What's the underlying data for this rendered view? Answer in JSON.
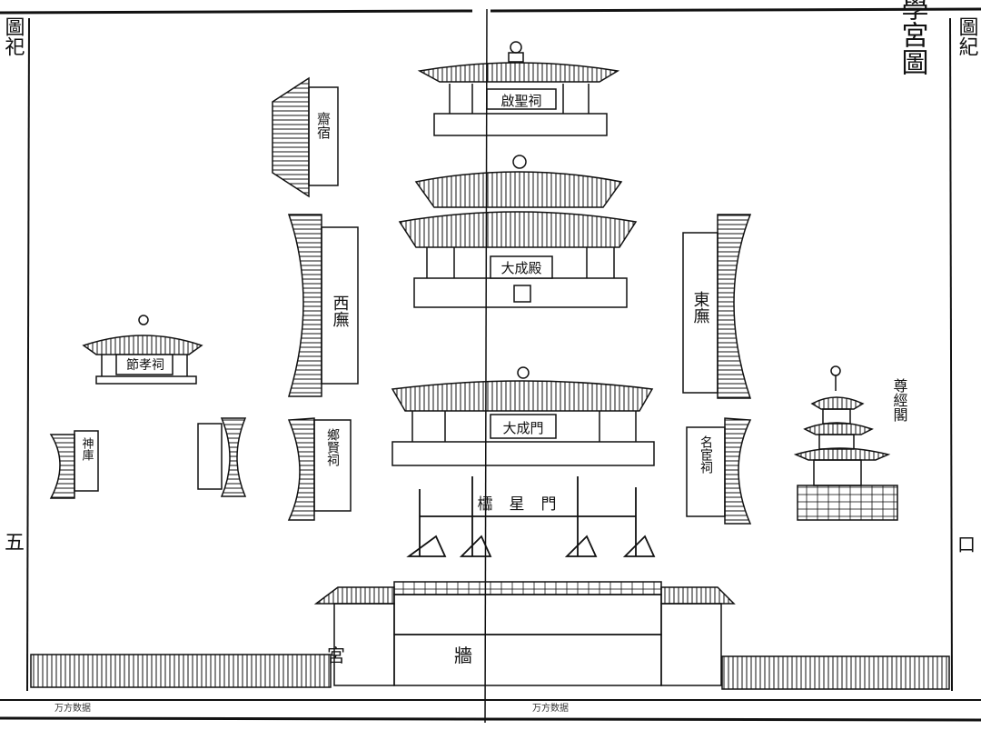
{
  "title": "學宮圖",
  "margin_left": {
    "top": "圖祀",
    "page": "五"
  },
  "margin_right": {
    "top": "圖紀",
    "page": "口"
  },
  "buildings": {
    "qisheng_shrine": "啟聖祠",
    "dacheng_hall": "大成殿",
    "dacheng_gate": "大成門",
    "lingxing_gate": "櫺星門",
    "west_corridor": "西廡",
    "east_corridor": "東廡",
    "jiexiao_shrine": "節孝祠",
    "zunjing_pavilion": "尊經閣",
    "xiangxian_shrine": "鄉賢祠",
    "minghuan_shrine": "名宦祠",
    "shenku": "神庫",
    "zhaizhu": "齋宿",
    "gongqiang": "宮牆"
  },
  "watermarks": [
    "万方数据",
    "万方数据"
  ],
  "colors": {
    "ink": "#111111",
    "paper": "#ffffff"
  }
}
